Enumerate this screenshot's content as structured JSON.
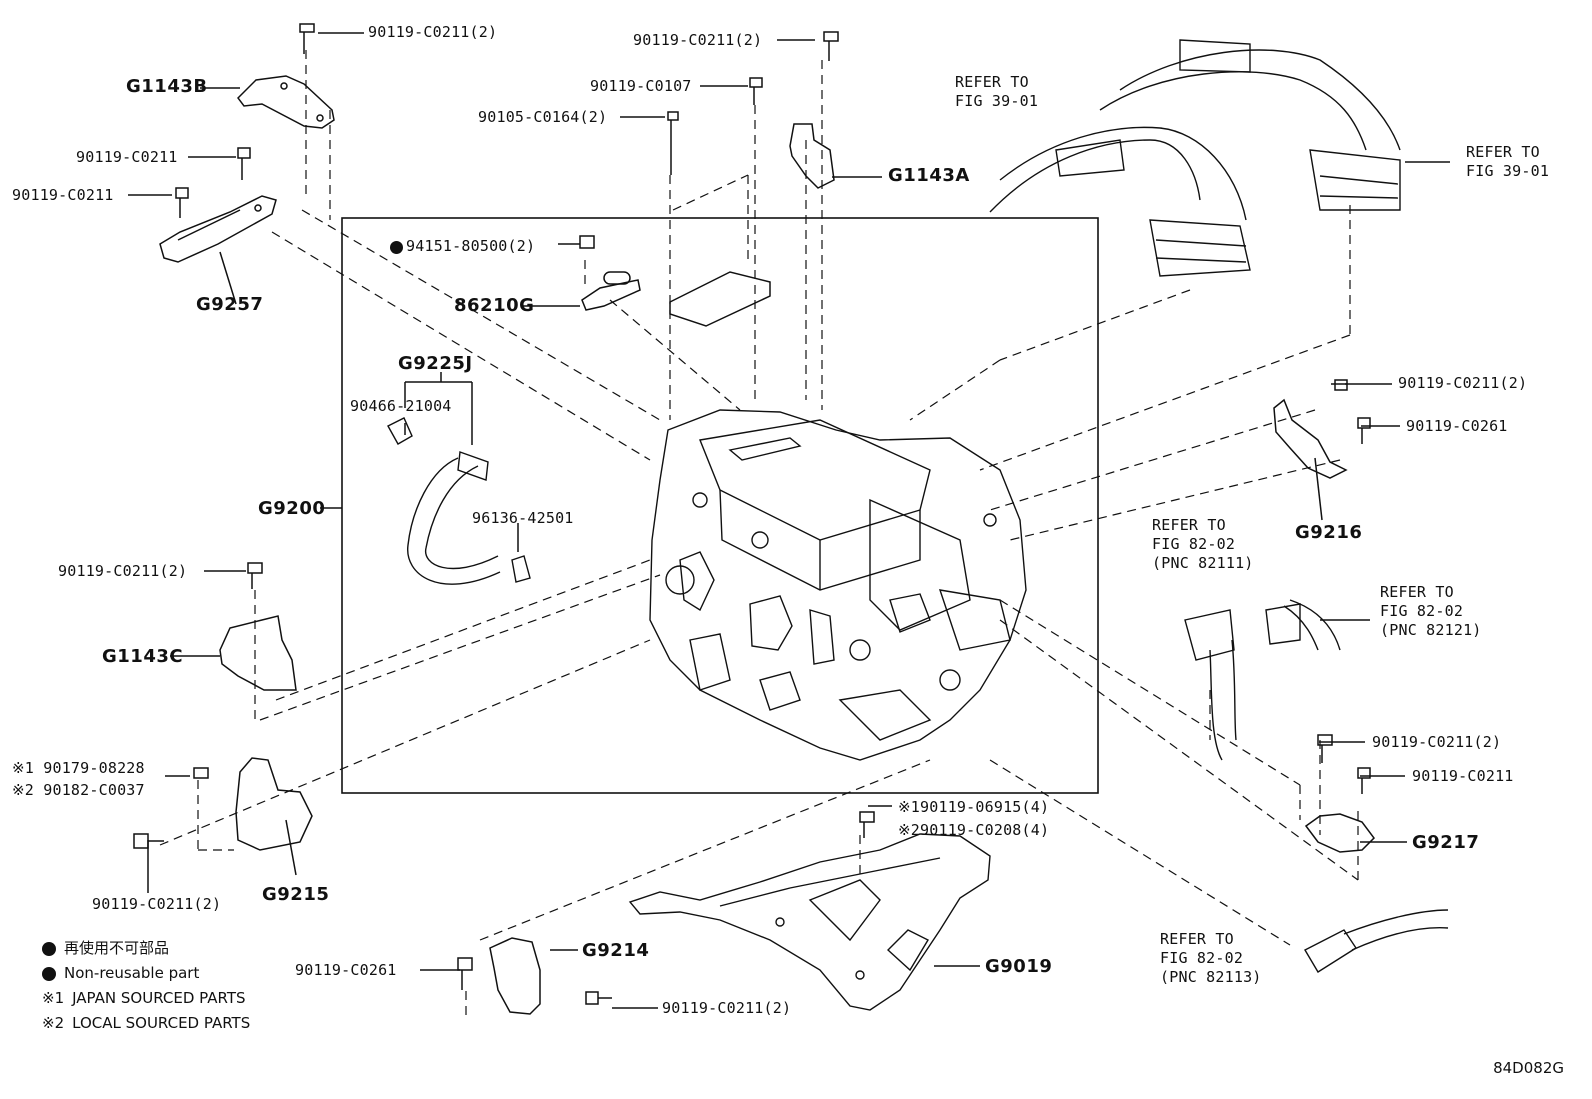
{
  "figure_code": "84D082G",
  "legend": {
    "items": [
      {
        "symbol": "●",
        "text": "再使用不可部品"
      },
      {
        "symbol": "●",
        "text": "Non-reusable part"
      },
      {
        "symbol": "※1",
        "text": "JAPAN SOURCED PARTS"
      },
      {
        "symbol": "※2",
        "text": "LOCAL SOURCED PARTS"
      }
    ]
  },
  "groups": {
    "G1143B": "G1143B",
    "G9257": "G9257",
    "G9200": "G9200",
    "G1143C": "G1143C",
    "G9215": "G9215",
    "G9214": "G9214",
    "G9019": "G9019",
    "G9217": "G9217",
    "G9216": "G9216",
    "G1143A": "G1143A",
    "G9225J": "G9225J",
    "86210G": "86210G"
  },
  "parts": {
    "p1": "90119-C0211(2)",
    "p2": "90119-C0211",
    "p3": "90119-C0211",
    "p4": "90119-C0211(2)",
    "p5": "90119-C0107",
    "p6": "90105-C0164(2)",
    "p7": "94151-80500(2)",
    "p8": "90466-21004",
    "p9": "96136-42501",
    "p10": "90119-C0211(2)",
    "p11": "90119-C0261",
    "p12": "90119-C0211(2)",
    "p13": "90119-C0211",
    "p14": "90119-C0211(2)",
    "p15": "90119-C0261",
    "p16": "90119-C0211(2)",
    "p17a": "※1 90179-08228",
    "p17b": "※2 90182-C0037",
    "p18a": "※190119-06915(4)",
    "p18b": "※290119-C0208(4)"
  },
  "refs": {
    "r1": {
      "l1": "REFER TO",
      "l2": "FIG 39-01"
    },
    "r2": {
      "l1": "REFER TO",
      "l2": "FIG 39-01"
    },
    "r3": {
      "l1": "REFER TO",
      "l2": "FIG 82-02",
      "l3": "(PNC 82111)"
    },
    "r4": {
      "l1": "REFER TO",
      "l2": "FIG 82-02",
      "l3": "(PNC 82121)"
    },
    "r5": {
      "l1": "REFER TO",
      "l2": "FIG 82-02",
      "l3": "(PNC 82113)"
    }
  }
}
